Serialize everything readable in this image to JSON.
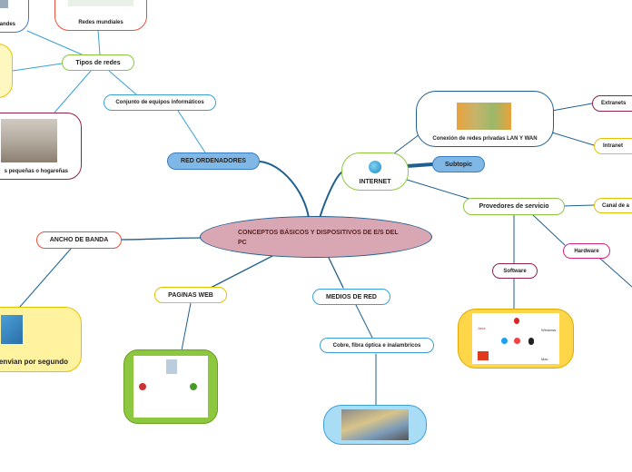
{
  "central": {
    "label": "CONCEPTOS BÁSICOS Y DISPOSITIVOS DE E/S DEL PC"
  },
  "nodes": {
    "red_ordenadores": "RED ORDENADORES",
    "conjunto_equipos": "Conjunto de equipos informáticos",
    "tipos_de_redes": "Tipos de redes",
    "redes_mundiales": "Redes mundiales",
    "redes_grandes_partial": "andes",
    "redes_pequenas_partial": "s pequeñas o hogareñas",
    "internet": "INTERNET",
    "subtopic": "Subtopic",
    "conexion_redes": "Conexión de redes privadas LAN Y WAN",
    "extranets": "Extranets",
    "intranet": "Intranet",
    "proveedores": "Provedores de servicio",
    "canal_partial": "Canal de a",
    "hardware": "Hardware",
    "software": "Software",
    "ancho_de_banda": "ANCHO DE BANDA",
    "envian_partial": "envian por segundo",
    "paginas_web": "PAGINAS WEB",
    "medios_de_red": "MEDIOS DE RED",
    "cobre_fibra": "Cobre, fibra óptica e inalambricos"
  },
  "software_logos": [
    "Java",
    "Windows",
    "Mac"
  ],
  "colors": {
    "central_fill": "#d9a7b3",
    "central_border": "#1f5f8f",
    "red_ordenadores": "#7fb8e6",
    "internet_border": "#8dc63f",
    "subtopic": "#7fb8e6",
    "proveedores_border": "#8dc63f",
    "extranets_border": "#8b2252",
    "intranet_border": "#e5c100",
    "hardware_border": "#d4247a",
    "software_border": "#8b2252",
    "ancho_border": "#e8503a",
    "paginas_border": "#e5c100",
    "medios_border": "#3aa0d8",
    "cobre_border": "#3aa0d8",
    "tipos_border": "#8dc63f",
    "conjunto_border": "#3aa0d8",
    "redes_mundiales_border": "#e8503a",
    "software_card": "#ffd54a",
    "ancho_card": "#fff3a0",
    "paginas_card": "#8dc63f",
    "cobre_card": "#a9dcf5",
    "conexion_card": "#1f5f8f"
  }
}
